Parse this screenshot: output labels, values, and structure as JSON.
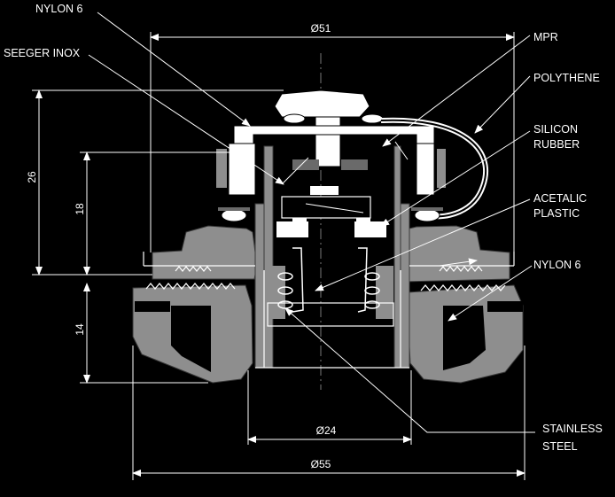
{
  "labels": {
    "nylon6_top": "NYLON 6",
    "seeger_inox": "SEEGER INOX",
    "mpr": "MPR",
    "polythene": "POLYTHENE",
    "silicon_line1": "SILICON",
    "silicon_line2": "RUBBER",
    "acetalic_line1": "ACETALIC",
    "acetalic_line2": "PLASTIC",
    "nylon6_right": "NYLON 6",
    "stainless_line1": "STAINLESS",
    "stainless_line2": "STEEL"
  },
  "dimensions": {
    "d51": "Ø51",
    "d24": "Ø24",
    "d55": "Ø55",
    "h26": "26",
    "h18": "18",
    "h14": "14"
  },
  "colors": {
    "background": "#000000",
    "part_light": "#ffffff",
    "part_gray": "#8e8e8e",
    "part_dark_gray": "#6a6a6a",
    "line": "#ffffff"
  }
}
